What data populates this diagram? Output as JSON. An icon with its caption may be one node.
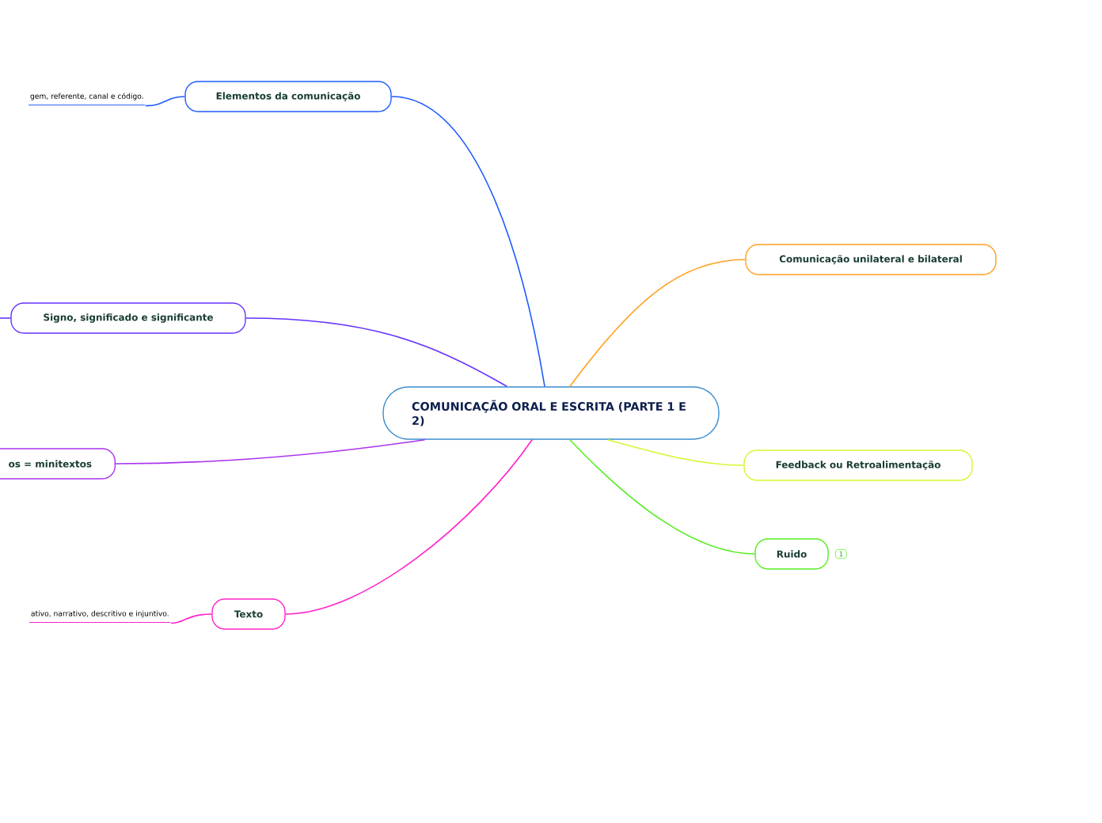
{
  "diagram": {
    "nodes": [
      {
        "text": [
          "COMUNICAÇÃO ORAL E ESCRITA (PARTE 1 E 2)"
        ]
      },
      {
        "text": [
          "Elementos da comunicação"
        ]
      },
      {
        "text": [
          "gem, referente, canal e código."
        ]
      },
      {
        "text": [
          "Signo, significado e significante"
        ]
      },
      {
        "text": [
          "os = minitextos"
        ]
      },
      {
        "text": [
          "Texto"
        ]
      },
      {
        "text": [
          "ativo, narrativo, descritivo e injuntivo."
        ]
      },
      {
        "text": [
          "Comunicação unilateral e bilateral"
        ]
      },
      {
        "text": [
          "Feedback ou Retroalimentação"
        ]
      },
      {
        "text": [
          "Ruido"
        ],
        "beside": [
          "1"
        ]
      }
    ],
    "edges": [
      {
        "from": 0,
        "to": 1,
        "arrow": "none",
        "color": "#1f5cff"
      },
      {
        "from": 1,
        "to": 2,
        "arrow": "none",
        "color": "#1f5cff"
      },
      {
        "from": 0,
        "to": 3,
        "arrow": "none",
        "color": "#6633ff"
      },
      {
        "from": 3,
        "to": null,
        "arrow": "none",
        "color": "#6633ff"
      },
      {
        "from": 0,
        "to": 4,
        "arrow": "none",
        "color": "#aa33ee"
      },
      {
        "from": 0,
        "to": 5,
        "arrow": "none",
        "color": "#ff22cc"
      },
      {
        "from": 5,
        "to": 6,
        "arrow": "none",
        "color": "#ff22cc"
      },
      {
        "from": 0,
        "to": 7,
        "arrow": "none",
        "color": "#ffa020"
      },
      {
        "from": 0,
        "to": 8,
        "arrow": "none",
        "color": "#d8f530"
      },
      {
        "from": 0,
        "to": 9,
        "arrow": "none",
        "color": "#55ee22"
      }
    ]
  }
}
